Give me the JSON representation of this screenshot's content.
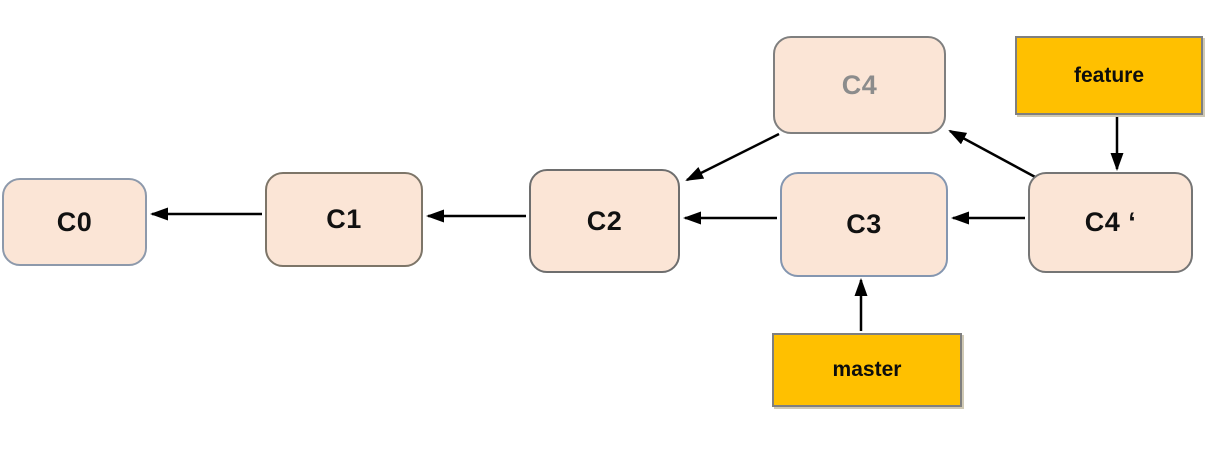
{
  "diagram": {
    "type": "git-commit-graph",
    "nodes": [
      {
        "id": "c0",
        "label": "C0"
      },
      {
        "id": "c1",
        "label": "C1"
      },
      {
        "id": "c2",
        "label": "C2"
      },
      {
        "id": "c3",
        "label": "C3"
      },
      {
        "id": "c4",
        "label": "C4",
        "state": "dimmed"
      },
      {
        "id": "c4-prime",
        "label": "C4 ‘"
      }
    ],
    "branches": [
      {
        "id": "feature",
        "label": "feature",
        "points_to": "c4-prime"
      },
      {
        "id": "master",
        "label": "master",
        "points_to": "c3"
      }
    ],
    "edges": [
      {
        "from": "c1",
        "to": "c0"
      },
      {
        "from": "c2",
        "to": "c1"
      },
      {
        "from": "c3",
        "to": "c2"
      },
      {
        "from": "c4",
        "to": "c2"
      },
      {
        "from": "c4-prime",
        "to": "c3"
      },
      {
        "from": "c4-prime",
        "to": "c4"
      },
      {
        "from": "feature",
        "to": "c4-prime"
      },
      {
        "from": "master",
        "to": "c3"
      }
    ],
    "colors": {
      "commit_fill": "#fbe5d6",
      "commit_border": "#7f7f7f",
      "branch_fill": "#ffc000",
      "branch_border": "#7f7f7f",
      "arrow": "#000000",
      "text": "#111111",
      "dimmed_text": "#8c8c8c",
      "background": "#ffffff"
    }
  }
}
